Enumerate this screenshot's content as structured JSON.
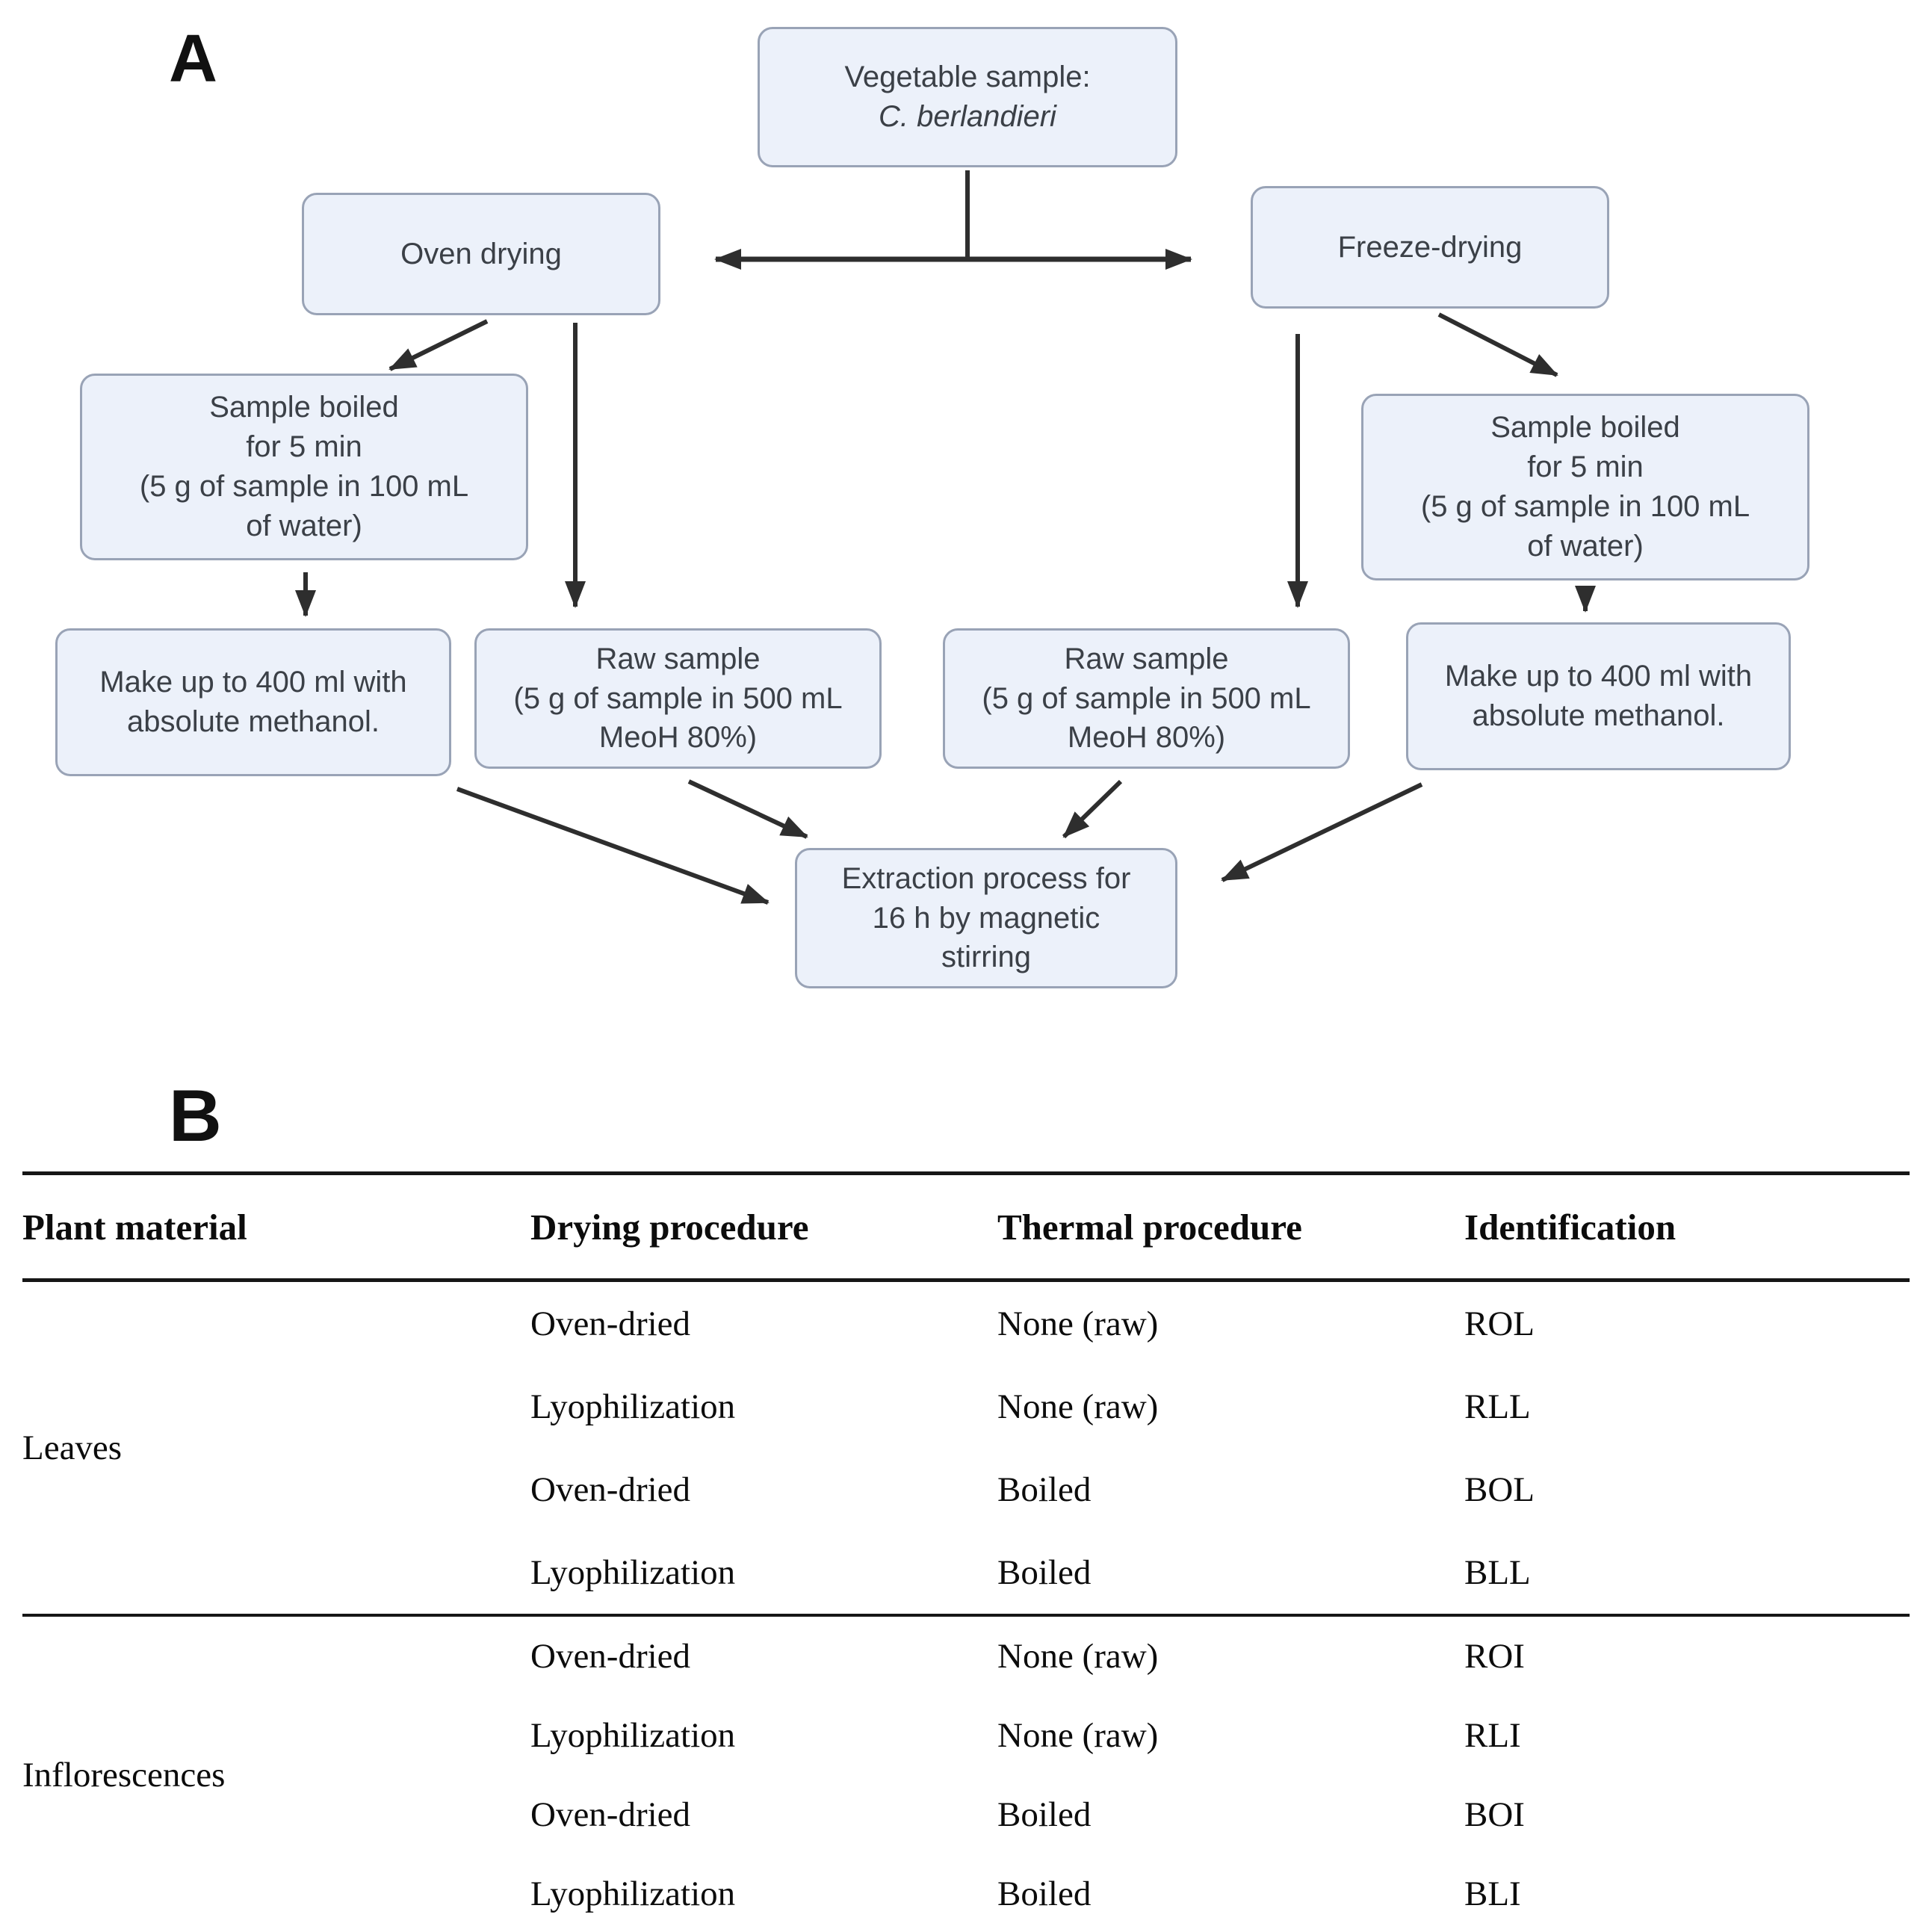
{
  "colors": {
    "box_fill": "#ecf1fa",
    "box_border": "#99a3b6",
    "arrow": "#2e2e2e",
    "rule": "#161616"
  },
  "panel_a": {
    "label": "A",
    "nodes": {
      "vegetable": {
        "title": "Vegetable sample:",
        "species": "C. berlandieri"
      },
      "oven": {
        "label": "Oven drying"
      },
      "freeze": {
        "label": "Freeze-drying"
      },
      "boiled_left": {
        "label": "Sample boiled\nfor 5 min\n(5 g of sample in 100 mL\nof water)"
      },
      "boiled_right": {
        "label": "Sample boiled\nfor 5 min\n(5 g of sample in 100 mL\nof water)"
      },
      "makeup_left": {
        "label": "Make up to 400 ml with\nabsolute methanol."
      },
      "raw_left": {
        "label": "Raw sample\n(5 g of sample in 500 mL\nMeoH 80%)"
      },
      "raw_right": {
        "label": "Raw sample\n(5 g of sample in 500 mL\nMeoH 80%)"
      },
      "makeup_right": {
        "label": "Make up to 400 ml with\nabsolute methanol."
      },
      "extraction": {
        "label": "Extraction process for\n16 h by magnetic\nstirring"
      }
    }
  },
  "panel_b": {
    "label": "B",
    "table": {
      "headers": [
        "Plant material",
        "Drying procedure",
        "Thermal procedure",
        "Identification"
      ],
      "groups": [
        {
          "plant_material": "Leaves",
          "rows": [
            {
              "drying": "Oven-dried",
              "thermal": "None (raw)",
              "id": "ROL"
            },
            {
              "drying": "Lyophilization",
              "thermal": "None (raw)",
              "id": "RLL"
            },
            {
              "drying": "Oven-dried",
              "thermal": "Boiled",
              "id": "BOL"
            },
            {
              "drying": "Lyophilization",
              "thermal": "Boiled",
              "id": "BLL"
            }
          ]
        },
        {
          "plant_material": "Inflorescences",
          "rows": [
            {
              "drying": "Oven-dried",
              "thermal": "None (raw)",
              "id": "ROI"
            },
            {
              "drying": "Lyophilization",
              "thermal": "None (raw)",
              "id": "RLI"
            },
            {
              "drying": "Oven-dried",
              "thermal": "Boiled",
              "id": "BOI"
            },
            {
              "drying": "Lyophilization",
              "thermal": "Boiled",
              "id": "BLI"
            }
          ]
        }
      ]
    }
  }
}
